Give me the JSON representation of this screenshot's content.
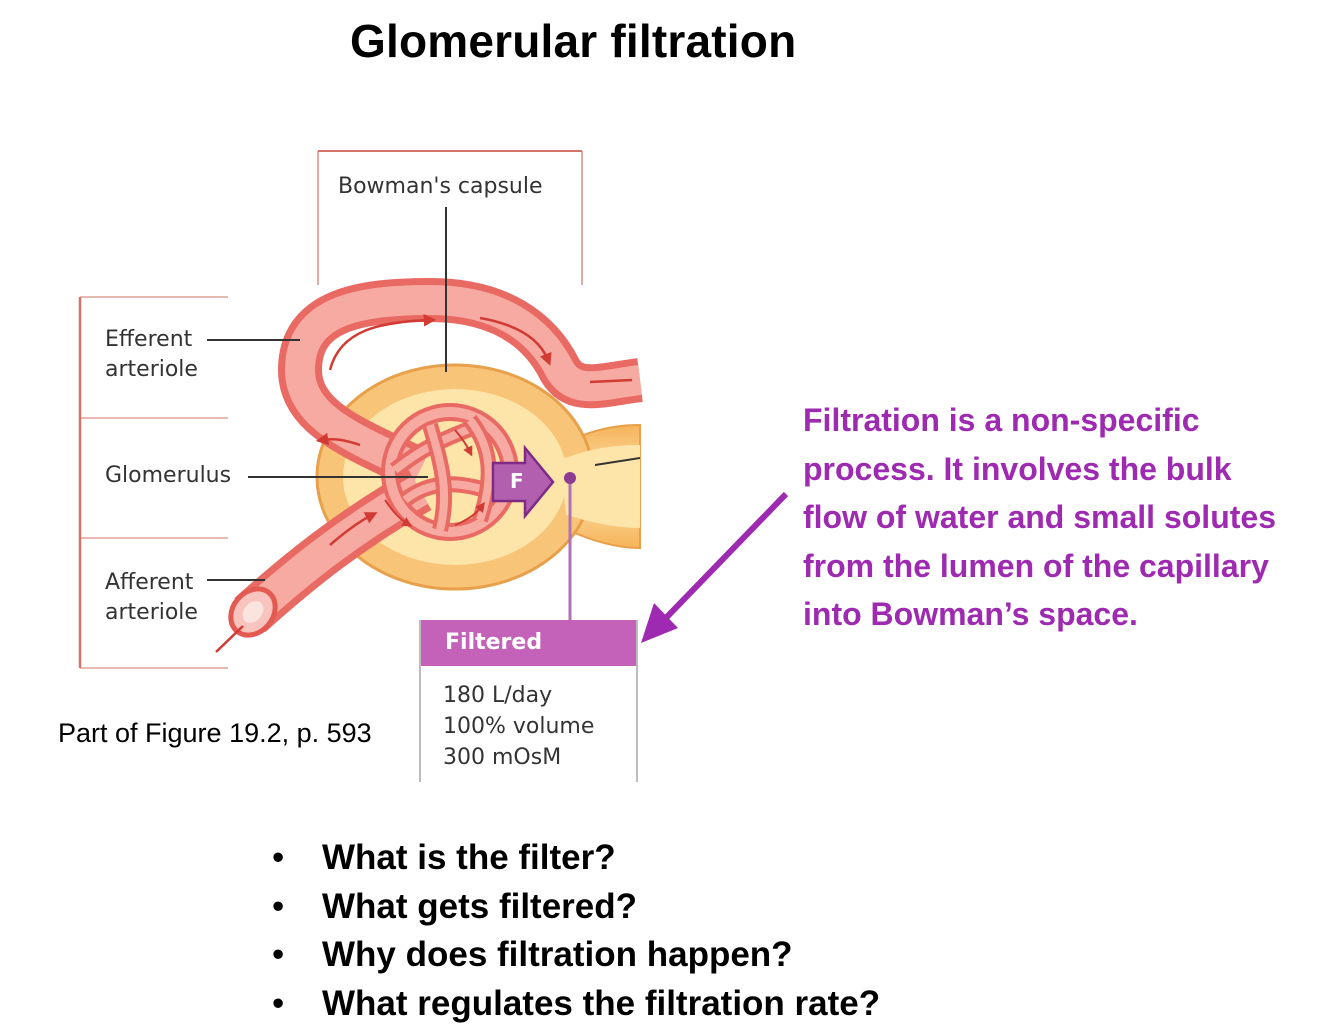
{
  "title": "Glomerular filtration",
  "figure": {
    "bowmans_capsule_label": "Bowman's capsule",
    "efferent_label_line1": "Efferent",
    "efferent_label_line2": "arteriole",
    "glomerulus_label": "Glomerulus",
    "afferent_label_line1": "Afferent",
    "afferent_label_line2": "arteriole",
    "filtration_marker": "F",
    "filtered_box": {
      "header": "Filtered",
      "lines": [
        "180 L/day",
        "100% volume",
        "300 mOsM"
      ]
    }
  },
  "caption": "Part of Figure 19.2, p. 593",
  "explanation_lines": [
    "Filtration is a non-specific",
    "process.  It involves the bulk",
    "flow of water and small solutes",
    "from the lumen of the capillary",
    "into Bowman’s space."
  ],
  "questions": [
    "What is the filter?",
    "What gets filtered?",
    "Why does filtration happen?",
    "What regulates the filtration rate?"
  ],
  "colors": {
    "accent_purple": "#9d2ab0",
    "filtered_header": "#c462b9",
    "vessel_red": "#ef8a86",
    "capsule_orange": "#f8c578",
    "bracket_line": "#d2746a"
  }
}
